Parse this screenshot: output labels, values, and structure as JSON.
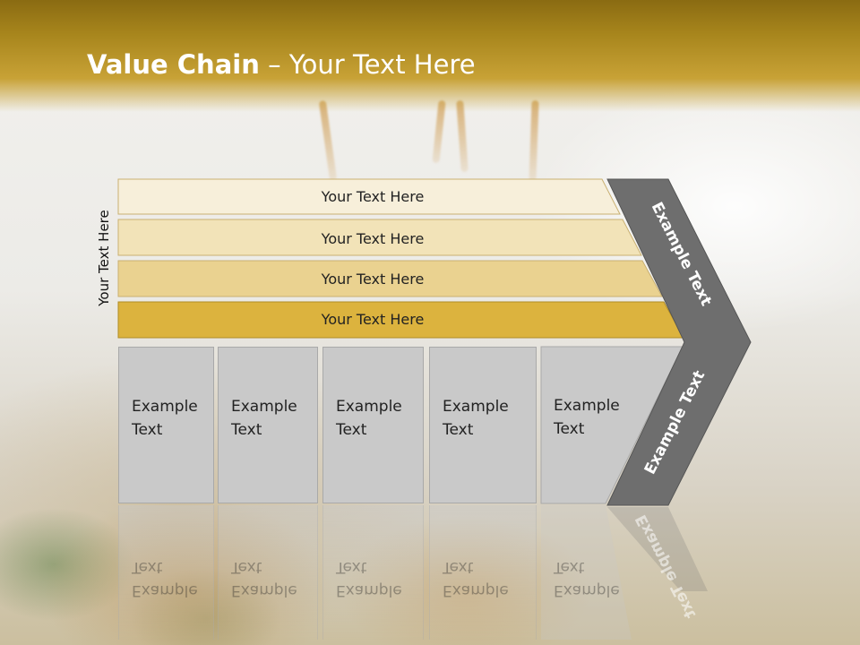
{
  "slide": {
    "title_bold": "Value Chain",
    "title_rest": " – Your Text Here",
    "side_label": "Your Text Here"
  },
  "bars": [
    {
      "label": "Your Text Here",
      "color": "#f7efda"
    },
    {
      "label": "Your Text Here",
      "color": "#f2e3b8"
    },
    {
      "label": "Your Text Here",
      "color": "#ead290"
    },
    {
      "label": "Your Text Here",
      "color": "#dcb33e"
    }
  ],
  "boxes": [
    {
      "label": "Example\nText"
    },
    {
      "label": "Example\nText"
    },
    {
      "label": "Example\nText"
    },
    {
      "label": "Example\nText"
    },
    {
      "label": "Example\nText"
    }
  ],
  "chevron": {
    "upper_label": "Example Text",
    "lower_label": "Example Text",
    "color": "#6e6e6e"
  },
  "colors": {
    "header": "#a7851c",
    "box_fill": "#c9c9c9"
  }
}
